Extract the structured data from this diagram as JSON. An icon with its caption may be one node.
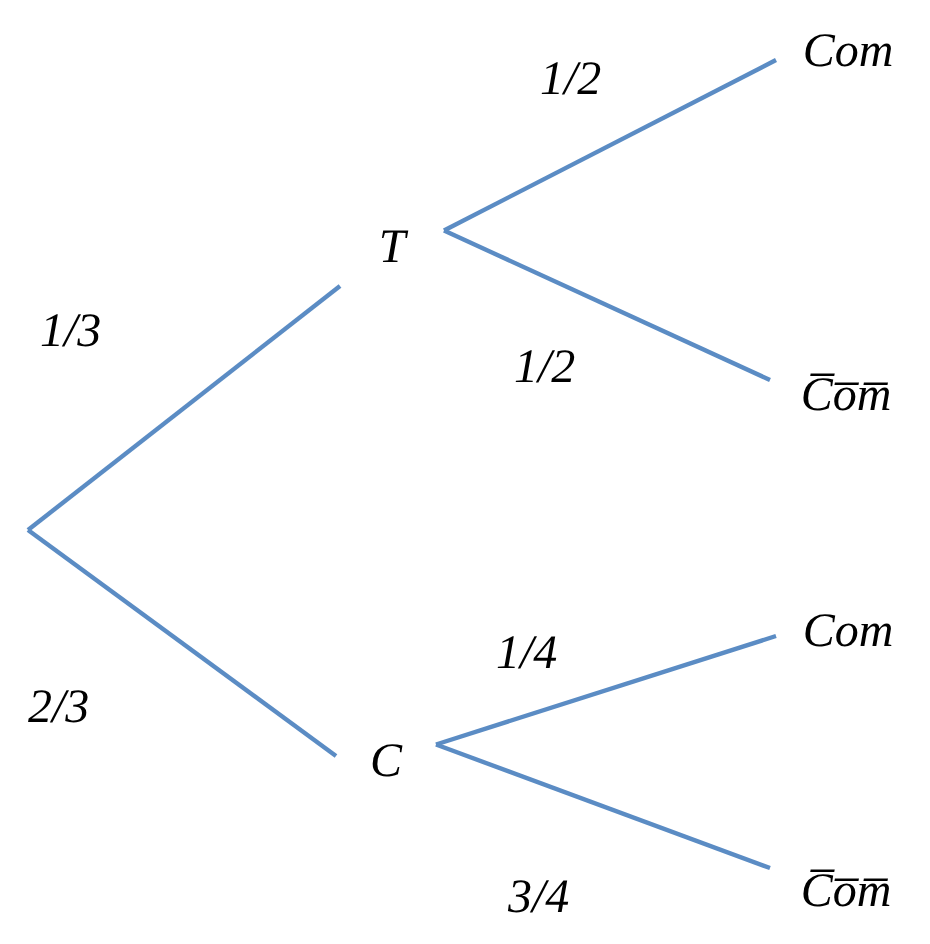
{
  "diagram": {
    "nodes": [
      {
        "text": [
          "T"
        ]
      },
      {
        "text": [
          "C"
        ]
      },
      {
        "text": [
          "Com"
        ]
      },
      {
        "text": [
          "C̅o̅m̅"
        ]
      },
      {
        "text": [
          "Com"
        ]
      },
      {
        "text": [
          "C̅o̅m̅"
        ]
      }
    ],
    "edges": [
      {
        "from": null,
        "to": 0,
        "arrow": "none",
        "label": "1/3"
      },
      {
        "from": null,
        "to": 1,
        "arrow": "none",
        "label": "2/3"
      },
      {
        "from": 0,
        "to": 2,
        "arrow": "none",
        "label": "1/2"
      },
      {
        "from": 0,
        "to": 3,
        "arrow": "none",
        "label": "1/2"
      },
      {
        "from": 1,
        "to": 4,
        "arrow": "none",
        "label": "1/4"
      },
      {
        "from": 1,
        "to": 5,
        "arrow": "none",
        "label": "3/4"
      }
    ]
  }
}
